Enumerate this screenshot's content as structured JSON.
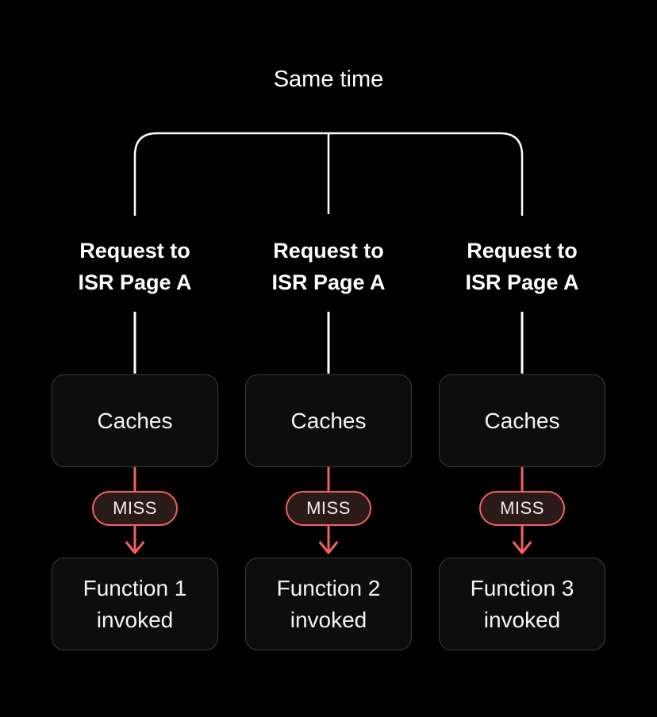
{
  "title": "Same time",
  "colors": {
    "background": "#000000",
    "box_bg": "#0d0d0d",
    "box_border": "#3a3a3a",
    "line": "#ffffff",
    "accent_red": "#f4615c",
    "miss_bg": "#2a1a18",
    "text": "#ffffff"
  },
  "columns": [
    {
      "request_line1": "Request to",
      "request_line2": "ISR Page A",
      "cache_label": "Caches",
      "status_label": "MISS",
      "function_line1": "Function 1",
      "function_line2": "invoked"
    },
    {
      "request_line1": "Request to",
      "request_line2": "ISR Page A",
      "cache_label": "Caches",
      "status_label": "MISS",
      "function_line1": "Function 2",
      "function_line2": "invoked"
    },
    {
      "request_line1": "Request to",
      "request_line2": "ISR Page A",
      "cache_label": "Caches",
      "status_label": "MISS",
      "function_line1": "Function 3",
      "function_line2": "invoked"
    }
  ]
}
